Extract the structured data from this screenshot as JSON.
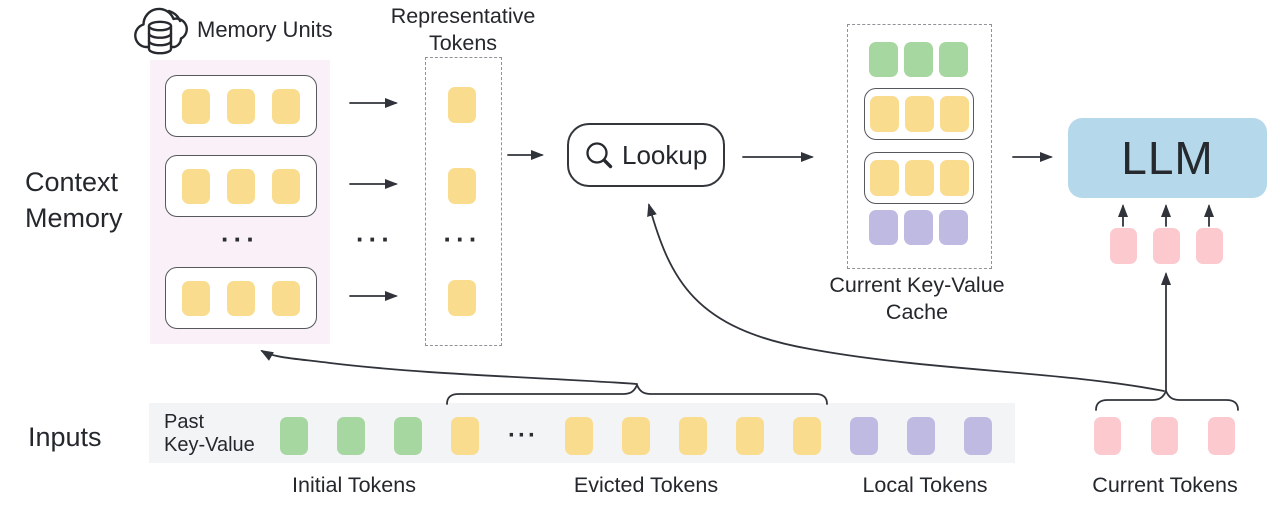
{
  "palette": {
    "yellow": "#FADC8E",
    "green": "#A7D7A0",
    "purple": "#BEBAE2",
    "pink": "#FBC9CE",
    "llm_blue": "#B5D9EB",
    "memory_panel_bg": "#FAF0F8",
    "strip_bg": "#F3F4F6",
    "line": "#30343a"
  },
  "glyphs": {
    "ellipsis": "···"
  },
  "context_memory": {
    "label_line1": "Context",
    "label_line2": "Memory",
    "memory_units_label": "Memory Units",
    "unit_tokens": {
      "count": 3,
      "color": "yellow",
      "name": "memory-unit-token"
    }
  },
  "representative": {
    "title_line1": "Representative",
    "title_line2": "Tokens",
    "token_single": {
      "count": 1,
      "color": "yellow",
      "name": "representative-token"
    }
  },
  "lookup": {
    "label": "Lookup"
  },
  "cache": {
    "label_line1": "Current Key-Value",
    "label_line2": "Cache",
    "rows": [
      {
        "boxed": false,
        "tokens": {
          "count": 3,
          "color": "green",
          "name": "cache-initial-token"
        }
      },
      {
        "boxed": true,
        "tokens": {
          "count": 3,
          "color": "yellow",
          "name": "cache-retrieved-token"
        }
      },
      {
        "boxed": true,
        "tokens": {
          "count": 3,
          "color": "yellow",
          "name": "cache-retrieved-token"
        }
      },
      {
        "boxed": false,
        "tokens": {
          "count": 3,
          "color": "purple",
          "name": "cache-local-token"
        }
      }
    ]
  },
  "llm": {
    "label": "LLM",
    "feed_tokens": {
      "count": 3,
      "color": "pink",
      "name": "llm-input-token"
    }
  },
  "inputs": {
    "label": "Inputs",
    "past_kv_line1": "Past",
    "past_kv_line2": "Key-Value",
    "sequence": [
      {
        "type": "tokens",
        "count": 3,
        "color": "green",
        "name": "initial-token"
      },
      {
        "type": "tokens",
        "count": 1,
        "color": "yellow",
        "name": "evicted-token"
      },
      {
        "type": "dots"
      },
      {
        "type": "tokens",
        "count": 5,
        "color": "yellow",
        "name": "evicted-token"
      },
      {
        "type": "tokens",
        "count": 3,
        "color": "purple",
        "name": "local-token"
      }
    ],
    "current_tokens": {
      "count": 3,
      "color": "pink",
      "name": "current-token"
    },
    "group_labels": [
      "Initial Tokens",
      "Evicted Tokens",
      "Local Tokens",
      "Current Tokens"
    ]
  }
}
